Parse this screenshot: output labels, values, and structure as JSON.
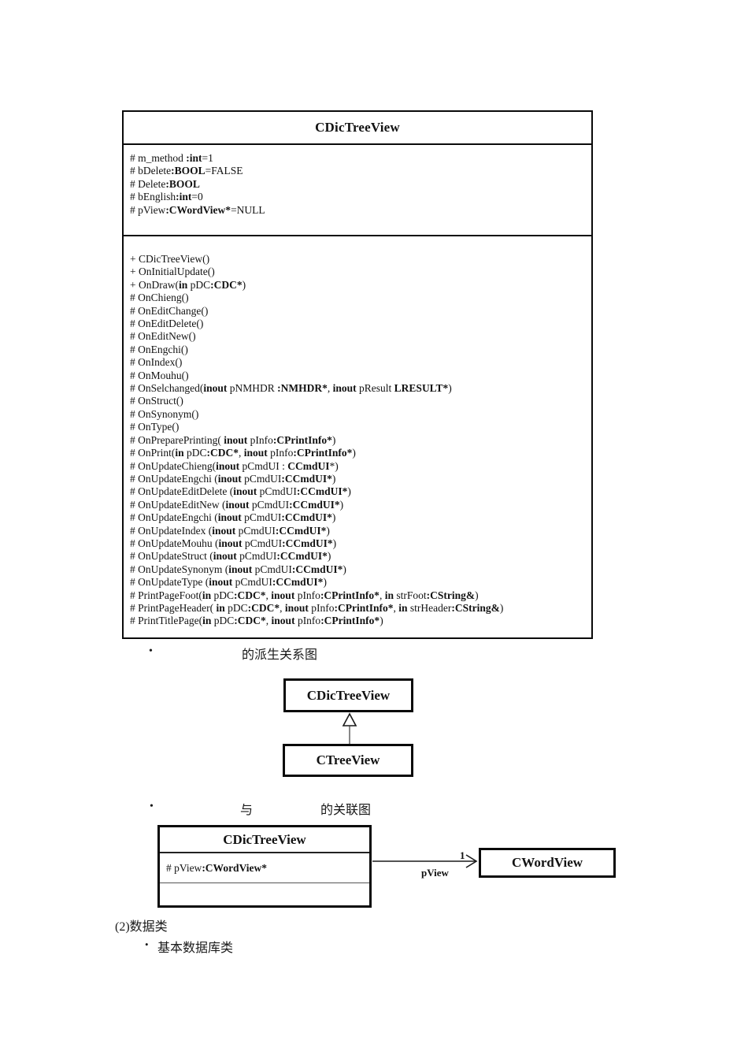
{
  "ink": "#0a0a0a",
  "main_class": {
    "title": "CDicTreeView",
    "attributes": [
      [
        {
          "t": "# m_method ",
          "b": false
        },
        {
          "t": ":int",
          "b": true
        },
        {
          "t": "=1",
          "b": false
        }
      ],
      [
        {
          "t": "# bDelete",
          "b": false
        },
        {
          "t": ":BOOL",
          "b": true
        },
        {
          "t": "=FALSE",
          "b": false
        }
      ],
      [
        {
          "t": "# Delete",
          "b": false
        },
        {
          "t": ":BOOL",
          "b": true
        }
      ],
      [
        {
          "t": "# bEnglish",
          "b": false
        },
        {
          "t": ":int",
          "b": true
        },
        {
          "t": "=0",
          "b": false
        }
      ],
      [
        {
          "t": "# pView",
          "b": false
        },
        {
          "t": ":CWordView*",
          "b": true
        },
        {
          "t": "=NULL",
          "b": false
        }
      ]
    ],
    "methods": [
      [
        {
          "t": "+ CDicTreeView()",
          "b": false
        }
      ],
      [
        {
          "t": "+ OnInitialUpdate()",
          "b": false
        }
      ],
      [
        {
          "t": "+ OnDraw(",
          "b": false
        },
        {
          "t": "in",
          "b": true
        },
        {
          "t": " pDC",
          "b": false
        },
        {
          "t": ":CDC*",
          "b": true
        },
        {
          "t": ")",
          "b": false
        }
      ],
      [
        {
          "t": "# OnChieng()",
          "b": false
        }
      ],
      [
        {
          "t": "# OnEditChange()",
          "b": false
        }
      ],
      [
        {
          "t": "# OnEditDelete()",
          "b": false
        }
      ],
      [
        {
          "t": "# OnEditNew()",
          "b": false
        }
      ],
      [
        {
          "t": "# OnEngchi()",
          "b": false
        }
      ],
      [
        {
          "t": "# OnIndex()",
          "b": false
        }
      ],
      [
        {
          "t": "# OnMouhu()",
          "b": false
        }
      ],
      [
        {
          "t": "# OnSelchanged(",
          "b": false
        },
        {
          "t": "inout",
          "b": true
        },
        {
          "t": " pNMHDR ",
          "b": false
        },
        {
          "t": ":NMHDR*",
          "b": true
        },
        {
          "t": ", ",
          "b": false
        },
        {
          "t": "inout",
          "b": true
        },
        {
          "t": " pResult ",
          "b": false
        },
        {
          "t": "LRESULT*",
          "b": true
        },
        {
          "t": ")",
          "b": false
        }
      ],
      [
        {
          "t": "# OnStruct()",
          "b": false
        }
      ],
      [
        {
          "t": "# OnSynonym()",
          "b": false
        }
      ],
      [
        {
          "t": "# OnType()",
          "b": false
        }
      ],
      [
        {
          "t": "# OnPreparePrinting( ",
          "b": false
        },
        {
          "t": "inout",
          "b": true
        },
        {
          "t": " pInfo",
          "b": false
        },
        {
          "t": ":CPrintInfo*",
          "b": true
        },
        {
          "t": ")",
          "b": false
        }
      ],
      [
        {
          "t": "# OnPrint(",
          "b": false
        },
        {
          "t": "in",
          "b": true
        },
        {
          "t": " pDC",
          "b": false
        },
        {
          "t": ":CDC*",
          "b": true
        },
        {
          "t": ", ",
          "b": false
        },
        {
          "t": "inout",
          "b": true
        },
        {
          "t": " pInfo",
          "b": false
        },
        {
          "t": ":CPrintInfo*",
          "b": true
        },
        {
          "t": ")",
          "b": false
        }
      ],
      [
        {
          "t": "# OnUpdateChieng(",
          "b": false
        },
        {
          "t": "inout",
          "b": true
        },
        {
          "t": " pCmdUI : ",
          "b": false
        },
        {
          "t": "CCmdUI",
          "b": true
        },
        {
          "t": "*)",
          "b": false
        }
      ],
      [
        {
          "t": "# OnUpdateEngchi (",
          "b": false
        },
        {
          "t": "inout",
          "b": true
        },
        {
          "t": " pCmdUI",
          "b": false
        },
        {
          "t": ":CCmdUI*",
          "b": true
        },
        {
          "t": ")",
          "b": false
        }
      ],
      [
        {
          "t": "# OnUpdateEditDelete (",
          "b": false
        },
        {
          "t": "inout",
          "b": true
        },
        {
          "t": " pCmdUI",
          "b": false
        },
        {
          "t": ":CCmdUI*",
          "b": true
        },
        {
          "t": ")",
          "b": false
        }
      ],
      [
        {
          "t": "# OnUpdateEditNew (",
          "b": false
        },
        {
          "t": "inout",
          "b": true
        },
        {
          "t": " pCmdUI",
          "b": false
        },
        {
          "t": ":CCmdUI*",
          "b": true
        },
        {
          "t": ")",
          "b": false
        }
      ],
      [
        {
          "t": "# OnUpdateEngchi (",
          "b": false
        },
        {
          "t": "inout",
          "b": true
        },
        {
          "t": " pCmdUI",
          "b": false
        },
        {
          "t": ":CCmdUI*",
          "b": true
        },
        {
          "t": ")",
          "b": false
        }
      ],
      [
        {
          "t": "# OnUpdateIndex (",
          "b": false
        },
        {
          "t": "inout",
          "b": true
        },
        {
          "t": " pCmdUI",
          "b": false
        },
        {
          "t": ":CCmdUI*",
          "b": true
        },
        {
          "t": ")",
          "b": false
        }
      ],
      [
        {
          "t": "# OnUpdateMouhu (",
          "b": false
        },
        {
          "t": "inout",
          "b": true
        },
        {
          "t": " pCmdUI",
          "b": false
        },
        {
          "t": ":CCmdUI*",
          "b": true
        },
        {
          "t": ")",
          "b": false
        }
      ],
      [
        {
          "t": "# OnUpdateStruct (",
          "b": false
        },
        {
          "t": "inout",
          "b": true
        },
        {
          "t": " pCmdUI",
          "b": false
        },
        {
          "t": ":CCmdUI*",
          "b": true
        },
        {
          "t": ")",
          "b": false
        }
      ],
      [
        {
          "t": "# OnUpdateSynonym (",
          "b": false
        },
        {
          "t": "inout",
          "b": true
        },
        {
          "t": " pCmdUI",
          "b": false
        },
        {
          "t": ":CCmdUI*",
          "b": true
        },
        {
          "t": ")",
          "b": false
        }
      ],
      [
        {
          "t": "# OnUpdateType (",
          "b": false
        },
        {
          "t": "inout",
          "b": true
        },
        {
          "t": " pCmdUI",
          "b": false
        },
        {
          "t": ":CCmdUI*",
          "b": true
        },
        {
          "t": ")",
          "b": false
        }
      ],
      [
        {
          "t": "# PrintPageFoot(",
          "b": false
        },
        {
          "t": "in",
          "b": true
        },
        {
          "t": " pDC",
          "b": false
        },
        {
          "t": ":CDC*",
          "b": true
        },
        {
          "t": ", ",
          "b": false
        },
        {
          "t": "inout",
          "b": true
        },
        {
          "t": " pInfo",
          "b": false
        },
        {
          "t": ":CPrintInfo*",
          "b": true
        },
        {
          "t": ", ",
          "b": false
        },
        {
          "t": "in",
          "b": true
        },
        {
          "t": " strFoot",
          "b": false
        },
        {
          "t": ":CString&",
          "b": true
        },
        {
          "t": ")",
          "b": false
        }
      ],
      [
        {
          "t": "# PrintPageHeader( ",
          "b": false
        },
        {
          "t": "in",
          "b": true
        },
        {
          "t": " pDC",
          "b": false
        },
        {
          "t": ":CDC*",
          "b": true
        },
        {
          "t": ", ",
          "b": false
        },
        {
          "t": "inout",
          "b": true
        },
        {
          "t": " pInfo",
          "b": false
        },
        {
          "t": ":CPrintInfo*",
          "b": true
        },
        {
          "t": ", ",
          "b": false
        },
        {
          "t": "in",
          "b": true
        },
        {
          "t": " strHeader",
          "b": false
        },
        {
          "t": ":CString&",
          "b": true
        },
        {
          "t": ")",
          "b": false
        }
      ],
      [
        {
          "t": "# PrintTitlePage(",
          "b": false
        },
        {
          "t": "in",
          "b": true
        },
        {
          "t": " pDC",
          "b": false
        },
        {
          "t": ":CDC*",
          "b": true
        },
        {
          "t": ", ",
          "b": false
        },
        {
          "t": "inout",
          "b": true
        },
        {
          "t": " pInfo",
          "b": false
        },
        {
          "t": ":CPrintInfo*",
          "b": true
        },
        {
          "t": ")",
          "b": false
        }
      ]
    ]
  },
  "caption_derivation": {
    "bullet": "•",
    "label": "的派生关系图"
  },
  "derivation": {
    "parent": "CDicTreeView",
    "child": "CTreeView"
  },
  "caption_association": {
    "bullet": "•",
    "word_with": "与",
    "label": "的关联图"
  },
  "association": {
    "left_class": {
      "title": "CDicTreeView",
      "attribute": [
        {
          "t": "# pView",
          "b": false
        },
        {
          "t": ":CWordView*",
          "b": true
        }
      ]
    },
    "right_class": {
      "title": "CWordView"
    },
    "multiplicity": "1",
    "role_label": "pView"
  },
  "footer": {
    "section_heading": "(2)数据类",
    "bullet": "•",
    "item_label": "基本数据库类"
  }
}
